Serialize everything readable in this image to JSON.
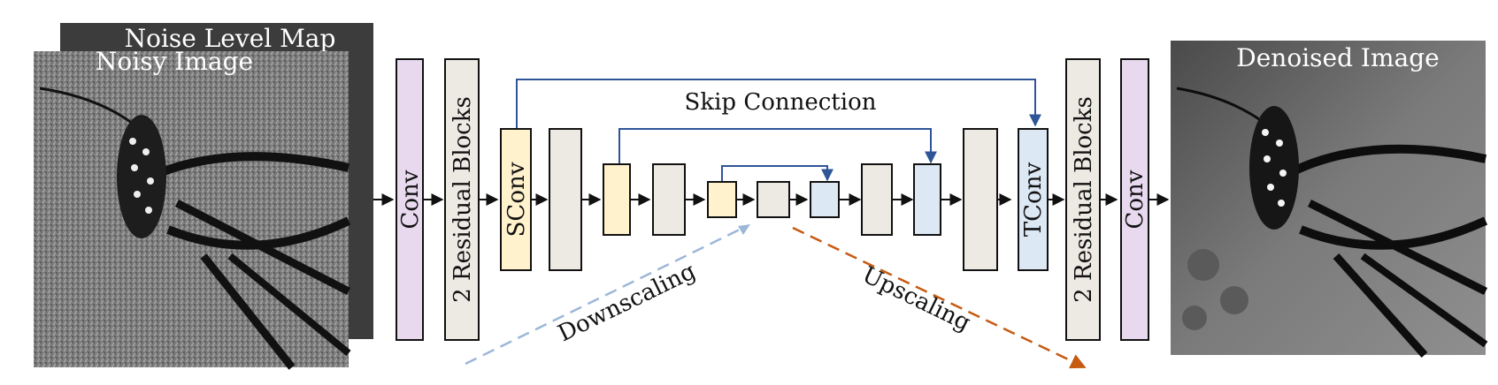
{
  "inputs": {
    "noise_map_label": "Noise Level Map",
    "noisy_image_label": "Noisy Image"
  },
  "output": {
    "denoised_image_label": "Denoised Image"
  },
  "blocks": {
    "conv_in": "Conv",
    "res_in": "2 Residual Blocks",
    "sconv": "SConv",
    "tconv": "TConv",
    "res_out": "2 Residual Blocks",
    "conv_out": "Conv"
  },
  "annotations": {
    "skip": "Skip Connection",
    "down": "Downscaling",
    "up": "Upscaling"
  },
  "colors": {
    "conv": "#e8d9ef",
    "residual": "#ede9e3",
    "sconv": "#fff2cc",
    "tconv": "#dde8f5",
    "skip_arrow": "#2f5597",
    "down_arrow": "#9db7d8",
    "up_arrow": "#c65a11"
  }
}
